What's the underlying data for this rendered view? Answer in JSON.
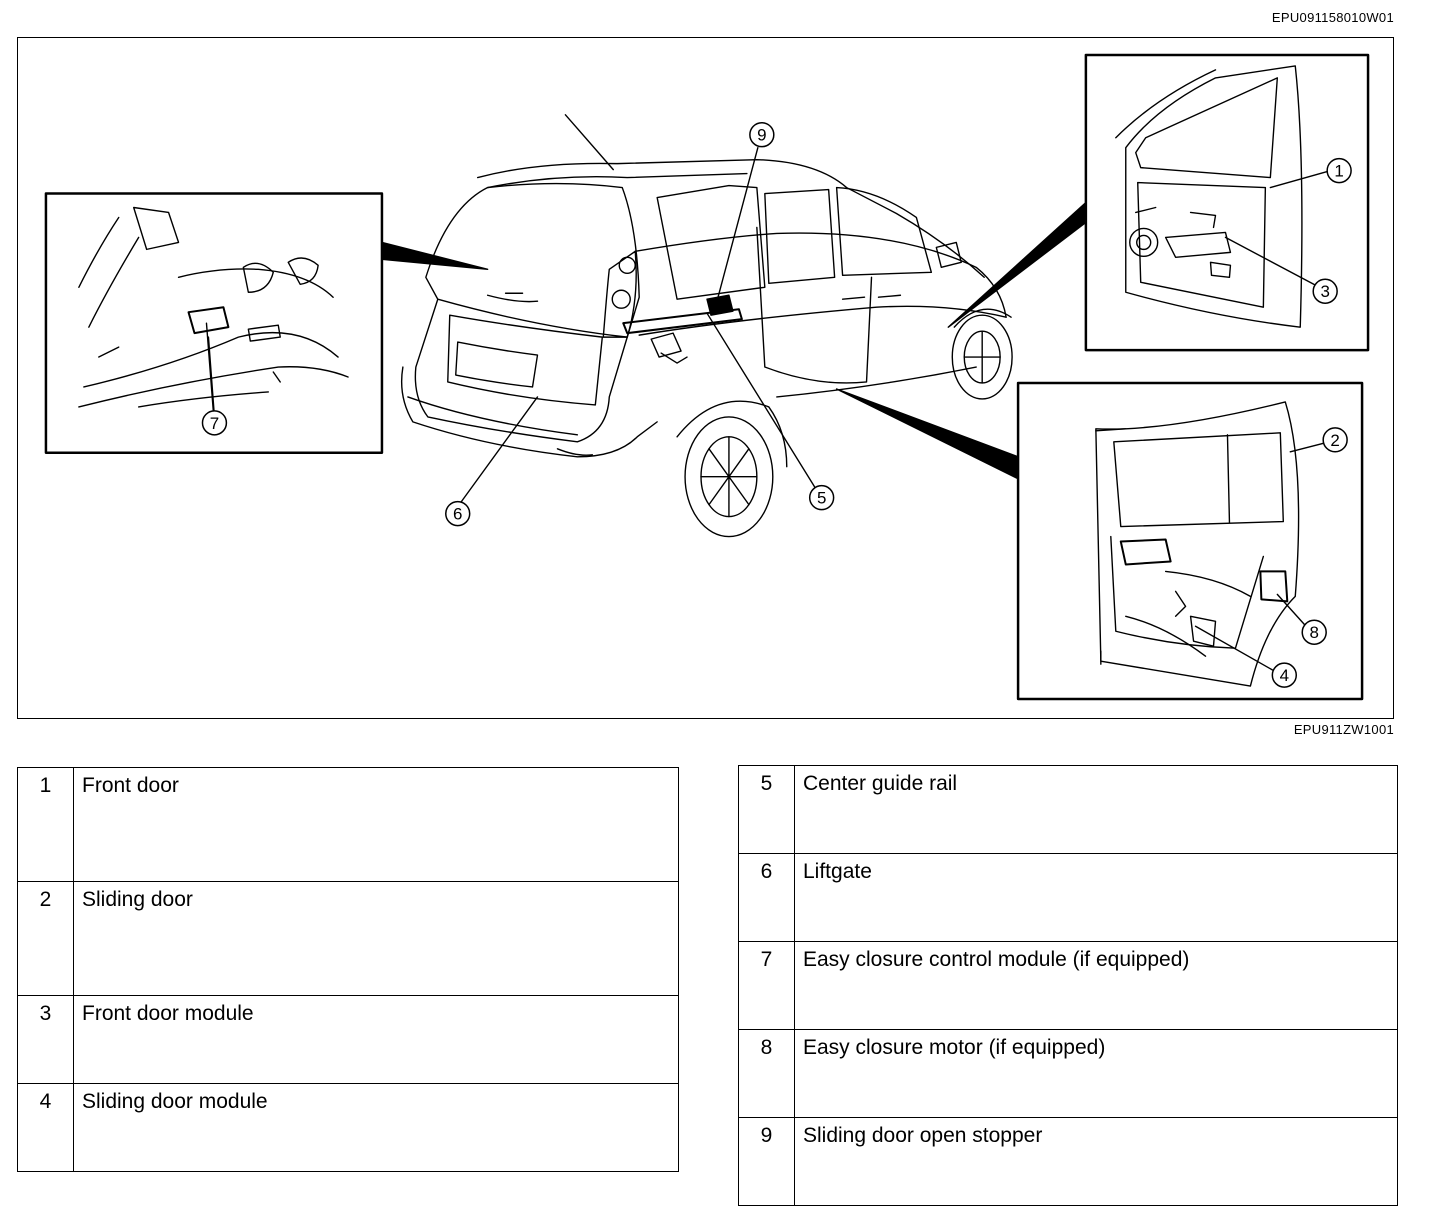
{
  "figure_code_top": "EPU091158010W01",
  "figure_code_bottom": "EPU911ZW1001",
  "callouts": [
    "1",
    "2",
    "3",
    "4",
    "5",
    "6",
    "7",
    "8",
    "9"
  ],
  "legend_left": [
    {
      "num": "1",
      "label": "Front door"
    },
    {
      "num": "2",
      "label": "Sliding door"
    },
    {
      "num": "3",
      "label": "Front door module"
    },
    {
      "num": "4",
      "label": "Sliding door module"
    }
  ],
  "legend_right": [
    {
      "num": "5",
      "label": "Center guide rail"
    },
    {
      "num": "6",
      "label": "Liftgate"
    },
    {
      "num": "7",
      "label": "Easy closure control module (if equipped)"
    },
    {
      "num": "8",
      "label": "Easy closure motor (if equipped)"
    },
    {
      "num": "9",
      "label": "Sliding door open stopper"
    }
  ],
  "colors": {
    "ink": "#000000",
    "paper": "#ffffff"
  }
}
